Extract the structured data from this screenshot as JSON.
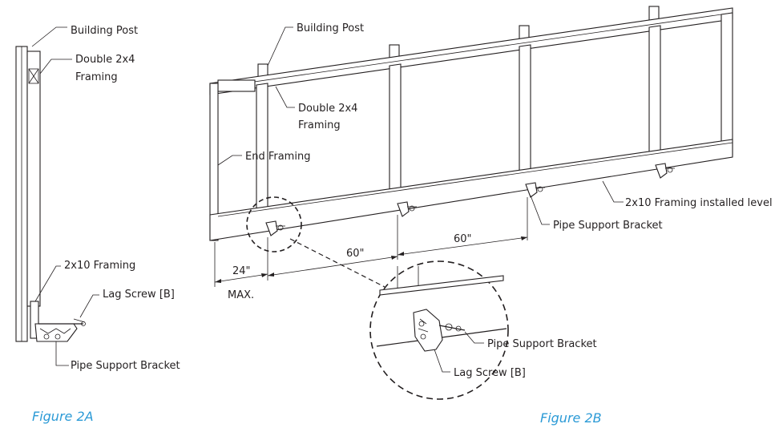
{
  "figure_a": {
    "caption": "Figure 2A",
    "labels": {
      "building_post": "Building Post",
      "double_framing_1": "Double 2x4",
      "double_framing_2": "Framing",
      "framing_2x10": "2x10 Framing",
      "lag_screw": "Lag Screw [B]",
      "pipe_support_bracket": "Pipe Support Bracket"
    }
  },
  "figure_b": {
    "caption": "Figure 2B",
    "labels": {
      "building_post": "Building Post",
      "double_framing_1": "Double 2x4",
      "double_framing_2": "Framing",
      "end_framing": "End Framing",
      "framing_level": "2x10 Framing installed level",
      "pipe_support_bracket": "Pipe Support Bracket",
      "detail_pipe_support_bracket": "Pipe Support Bracket",
      "detail_lag_screw": "Lag Screw [B]"
    },
    "dimensions": {
      "end_offset": "24\"",
      "end_offset_note": "MAX.",
      "spacing_1": "60\"",
      "spacing_2": "60\""
    }
  },
  "colors": {
    "line": "#231f20",
    "caption": "#2b9ad6"
  }
}
